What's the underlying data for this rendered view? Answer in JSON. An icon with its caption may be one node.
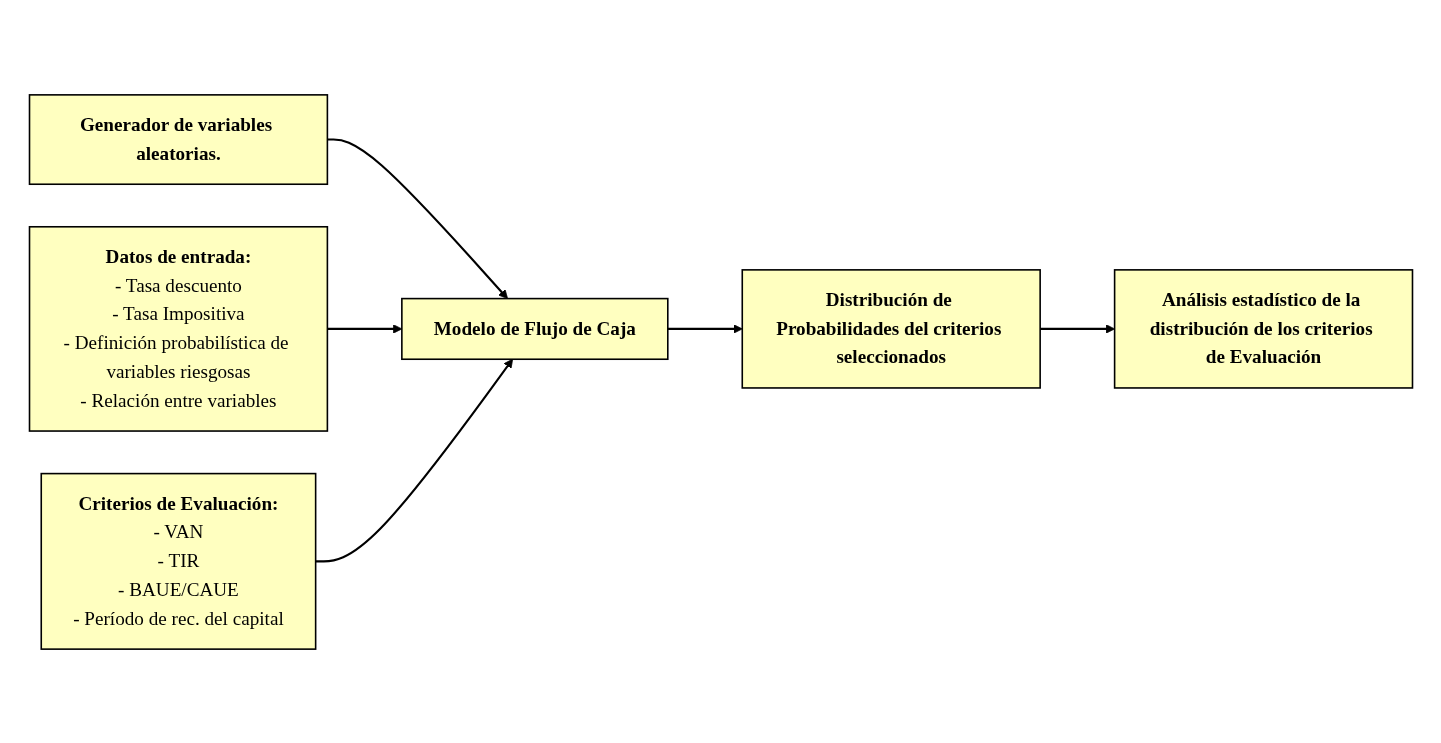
{
  "diagram": {
    "nodes": [
      {
        "text": [
          "Generador de variables aleatorias."
        ]
      },
      {
        "text": [
          "Datos de entrada:",
          "- Tasa descuento",
          "- Tasa Impositiva",
          "- Definición probabilística de variables riesgosas",
          "- Relación entre variables"
        ]
      },
      {
        "text": [
          "Modelo de Flujo de Caja"
        ]
      },
      {
        "text": [
          "Distribución de Probabilidades del criterios seleccionados"
        ]
      },
      {
        "text": [
          "Análisis estadístico de la distribución de los criterios de Evaluación"
        ]
      },
      {
        "text": [
          "Criterios de Evaluación:",
          "- VAN",
          "- TIR",
          "- BAUE/CAUE",
          "- Período de rec. del capital"
        ]
      }
    ],
    "edges": [
      {
        "from": 0,
        "to": 2,
        "arrow": "to"
      },
      {
        "from": 1,
        "to": 2,
        "arrow": "to"
      },
      {
        "from": 5,
        "to": 2,
        "arrow": "to"
      },
      {
        "from": 2,
        "to": 3,
        "arrow": "to"
      },
      {
        "from": 3,
        "to": 4,
        "arrow": "to"
      }
    ]
  }
}
